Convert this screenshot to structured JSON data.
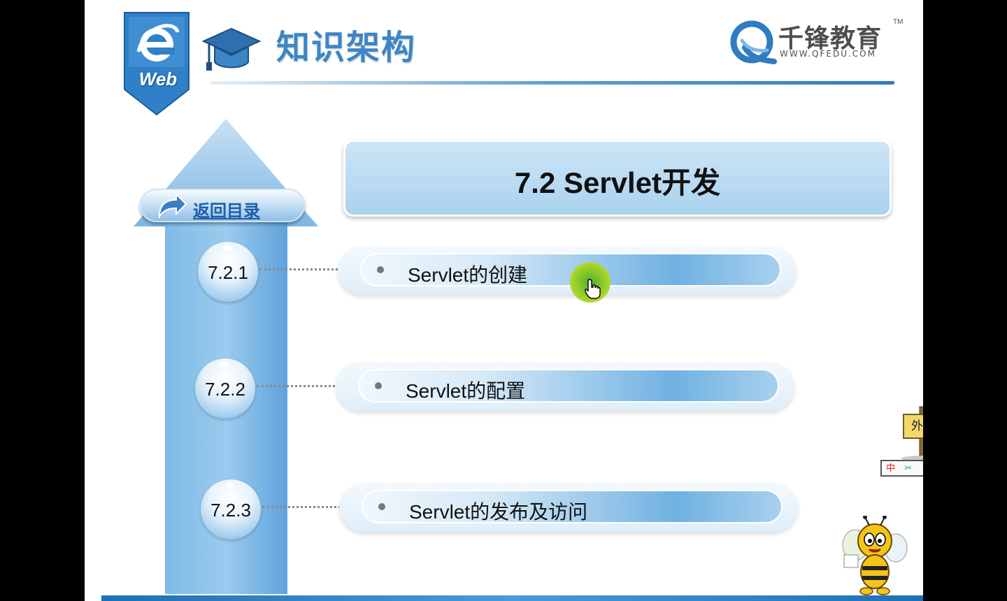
{
  "slide": {
    "badge_text": "Web",
    "title": "知识架构",
    "logo": {
      "name": "千锋教育",
      "url": "WWW.QFEDU.COM",
      "tm": "TM"
    },
    "back_button": {
      "label": "返回目录"
    },
    "section_title": "7.2 Servlet开发",
    "items": [
      {
        "number": "7.2.1",
        "label": "Servlet的创建"
      },
      {
        "number": "7.2.2",
        "label": "Servlet的配置"
      },
      {
        "number": "7.2.3",
        "label": "Servlet的发布及访问"
      }
    ],
    "signpost": {
      "label": "外出",
      "toolbar": [
        "中",
        "✂",
        "☺",
        "✚",
        "▤"
      ]
    }
  },
  "colors": {
    "accent": "#3c86c6",
    "band": "#1f6fb6",
    "cursor_highlight": "#9bd12a"
  },
  "icons": [
    "web-badge-icon",
    "graduation-cap-icon",
    "qfedu-logo-icon",
    "back-arrow-icon",
    "mouse-pointer-icon",
    "signpost-icon",
    "bee-mascot-icon"
  ]
}
